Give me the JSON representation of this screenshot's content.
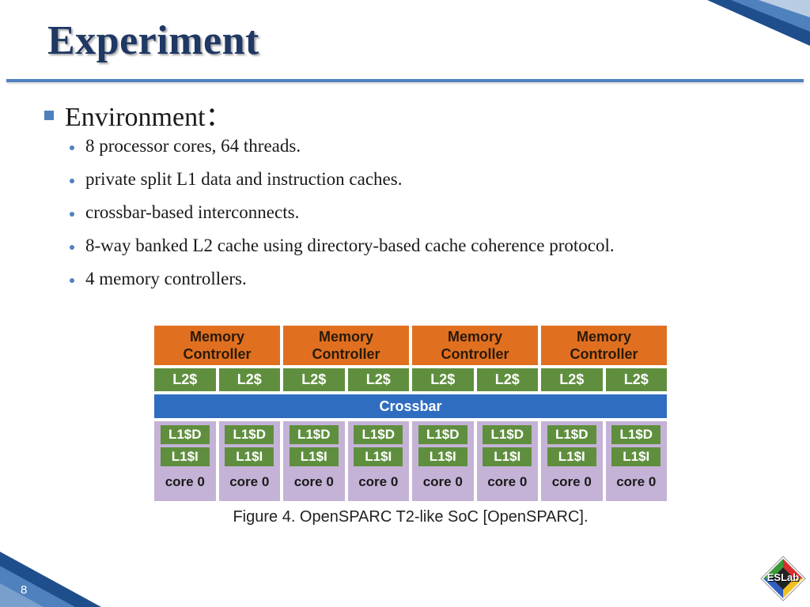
{
  "slide": {
    "title": "Experiment",
    "page_number": "8",
    "accent_color": "#4f81bd",
    "title_color": "#1f3864"
  },
  "bullets": {
    "heading": "Environment：",
    "items": [
      "8 processor cores, 64 threads.",
      "private split L1 data and instruction caches.",
      "crossbar-based interconnects.",
      "8-way banked L2 cache using directory-based cache coherence protocol.",
      "4 memory controllers."
    ]
  },
  "figure": {
    "memory_controllers": [
      {
        "line1": "Memory",
        "line2": "Controller"
      },
      {
        "line1": "Memory",
        "line2": "Controller"
      },
      {
        "line1": "Memory",
        "line2": "Controller"
      },
      {
        "line1": "Memory",
        "line2": "Controller"
      }
    ],
    "l2_banks": [
      "L2$",
      "L2$",
      "L2$",
      "L2$",
      "L2$",
      "L2$",
      "L2$",
      "L2$"
    ],
    "crossbar": "Crossbar",
    "cores": [
      {
        "l1d": "L1$D",
        "l1i": "L1$I",
        "core": "core 0"
      },
      {
        "l1d": "L1$D",
        "l1i": "L1$I",
        "core": "core 0"
      },
      {
        "l1d": "L1$D",
        "l1i": "L1$I",
        "core": "core 0"
      },
      {
        "l1d": "L1$D",
        "l1i": "L1$I",
        "core": "core 0"
      },
      {
        "l1d": "L1$D",
        "l1i": "L1$I",
        "core": "core 0"
      },
      {
        "l1d": "L1$D",
        "l1i": "L1$I",
        "core": "core 0"
      },
      {
        "l1d": "L1$D",
        "l1i": "L1$I",
        "core": "core 0"
      },
      {
        "l1d": "L1$D",
        "l1i": "L1$I",
        "core": "core 0"
      }
    ],
    "caption": "Figure 4. OpenSPARC T2-like SoC [OpenSPARC].",
    "colors": {
      "memory_controller": "#e07020",
      "cache": "#5f8f3e",
      "crossbar": "#2f6dc0",
      "core": "#c4b3d6"
    }
  },
  "logo": {
    "text": "ESLab",
    "icon": "eslab-diamond-logo-icon"
  }
}
